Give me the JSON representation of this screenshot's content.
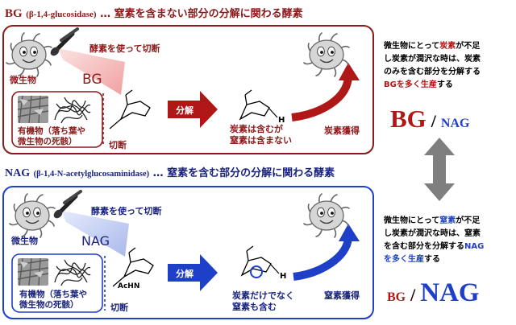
{
  "colors": {
    "bg_dark": "#8b1a1a",
    "bg_red": "#b01818",
    "nag_blue": "#1e3fc8",
    "nag_dark": "#1a237e",
    "arrow_grey": "#7f7f7f",
    "text_black": "#000000"
  },
  "top": {
    "title_abbr": "BG",
    "title_full": "(β-1,4-glucosidase)",
    "title_desc": " … 窒素を含まない部分の分解に関わる酵素",
    "enzyme_label": "酵素を使って切断",
    "microbe_label": "微生物",
    "beam_label": "BG",
    "organic_label_line1": "有機物（落ち葉や",
    "organic_label_line2": "微生物の死骸）",
    "cut_label": "切断",
    "decompose_label": "分解",
    "product_line1": "炭素は含むが",
    "product_line2": "窒素は含まない",
    "gain_label": "炭素獲得",
    "h_atom": "H"
  },
  "bottom": {
    "title_abbr": "NAG",
    "title_full": "(β-1,4-N-acetylglucosaminidase)",
    "title_desc": "… 窒素を含む部分の分解に関わる酵素",
    "enzyme_label": "酵素を使って切断",
    "microbe_label": "微生物",
    "beam_label": "NAG",
    "organic_label_line1": "有機物（落ち葉や",
    "organic_label_line2": "微生物の死骸）",
    "cut_label": "切断",
    "decompose_label": "分解",
    "product_line1": "炭素だけでなく",
    "product_line2": "窒素も含む",
    "gain_label": "窒素獲得",
    "achn": "AcHN",
    "h_atom": "H"
  },
  "right_top": {
    "line1_pre": "微生物にとって",
    "line1_hl": "炭素",
    "line1_post": "が不足",
    "line2": "し炭素が潤沢な時は、炭素",
    "line3": "のみを含む部分を分解する",
    "line4_hl": "BGを多く生産",
    "line4_post": "する",
    "ratio_num": "BG",
    "ratio_slash": "/",
    "ratio_den": "NAG"
  },
  "right_bottom": {
    "line1_pre": "微生物にとって",
    "line1_hl": "窒素",
    "line1_post": "が不足",
    "line2": "し炭素が潤沢な時は、窒素",
    "line3_pre": "を含む部分を分解する",
    "line3_hl": "NAG",
    "line4_hl": "を多く生産",
    "line4_post": "する",
    "ratio_num": "BG",
    "ratio_slash": "/",
    "ratio_den": "NAG"
  }
}
